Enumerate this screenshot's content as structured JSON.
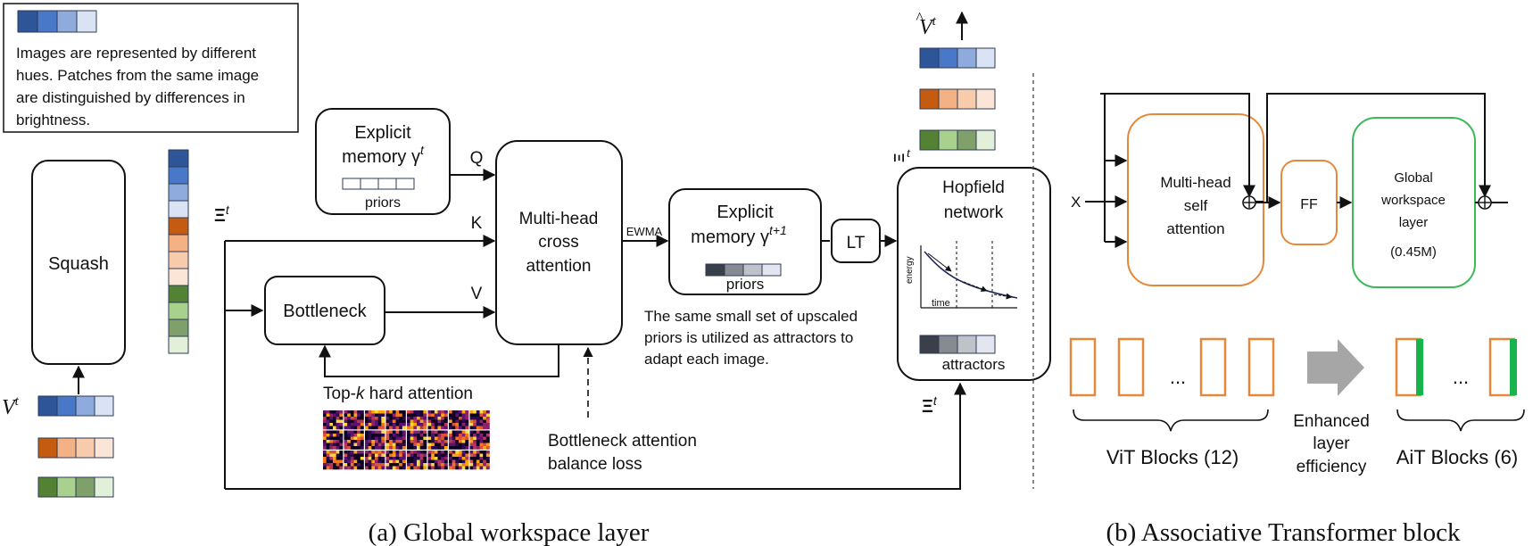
{
  "colors": {
    "blue": [
      "#2e5597",
      "#4a78c8",
      "#8faadc",
      "#dae3f3"
    ],
    "orange": [
      "#c55a11",
      "#f4b183",
      "#f8cbad",
      "#fbe5d6"
    ],
    "green": [
      "#548235",
      "#a9d18e",
      "#7f9f6b",
      "#e2f0d9"
    ],
    "gray": [
      "#3b3f4a",
      "#858a93",
      "#bfc3c9",
      "#e3e6ee"
    ],
    "box_orange": "#e6883a",
    "box_green": "#3cb85a",
    "enhanced_green": "#18b34a",
    "arrow_gray": "#a6a6a6"
  },
  "legend": {
    "lines": [
      "Images are represented by different",
      "hues. Patches from the same image",
      "are distinguished by differences in",
      "brightness."
    ]
  },
  "panel_a": {
    "squash": "Squash",
    "v_base": "V",
    "v_sup": "t",
    "xi_symbol": "Ξ",
    "xi_sup": "t",
    "explicit_memory": {
      "line1": "Explicit",
      "line2": "memory γ",
      "sup": "t",
      "priors": "priors"
    },
    "q": "Q",
    "k": "K",
    "v": "V",
    "bottleneck": "Bottleneck",
    "mhca": [
      "Multi-head",
      "cross",
      "attention"
    ],
    "ewma": "EWMA",
    "explicit_memory_next": {
      "line1": "Explicit",
      "line2": "memory γ",
      "sup": "t+1",
      "priors": "priors"
    },
    "lt": "LT",
    "hopfield": {
      "line1": "Hopfield",
      "line2": "network",
      "energy": "energy",
      "time": "time",
      "attractors": "attractors"
    },
    "vhat_base": "V",
    "vhat_sup": "t",
    "xihat_symbol": "Ξ",
    "xihat_sup": "t",
    "xi_bottom_symbol": "Ξ",
    "xi_bottom_sup": "t",
    "priors_note": [
      "The same small set of upscaled",
      "priors is utilized as attractors to",
      "adapt each image."
    ],
    "topk": {
      "before": "Top-",
      "k": "k",
      "after": " hard attention"
    },
    "balance_loss": [
      "Bottleneck attention",
      "balance loss"
    ],
    "caption": "(a) Global workspace layer"
  },
  "panel_b": {
    "x": "X",
    "mhsa": [
      "Multi-head",
      "self",
      "attention"
    ],
    "ff": "FF",
    "gw": [
      "Global",
      "workspace",
      "layer",
      "(0.45M)"
    ],
    "ellipsis": "...",
    "vit_blocks": "ViT Blocks (12)",
    "enhanced": [
      "Enhanced",
      "layer",
      "efficiency"
    ],
    "ait_blocks": "AiT Blocks (6)",
    "caption": "(b) Associative Transformer block"
  },
  "attention_maps": {
    "rows": 3,
    "cols": 8,
    "palette": [
      "#0d0221",
      "#2a0a4a",
      "#5c126e",
      "#8c2369",
      "#b73759",
      "#dd513a",
      "#f37819",
      "#fca50a",
      "#f6d746"
    ]
  }
}
